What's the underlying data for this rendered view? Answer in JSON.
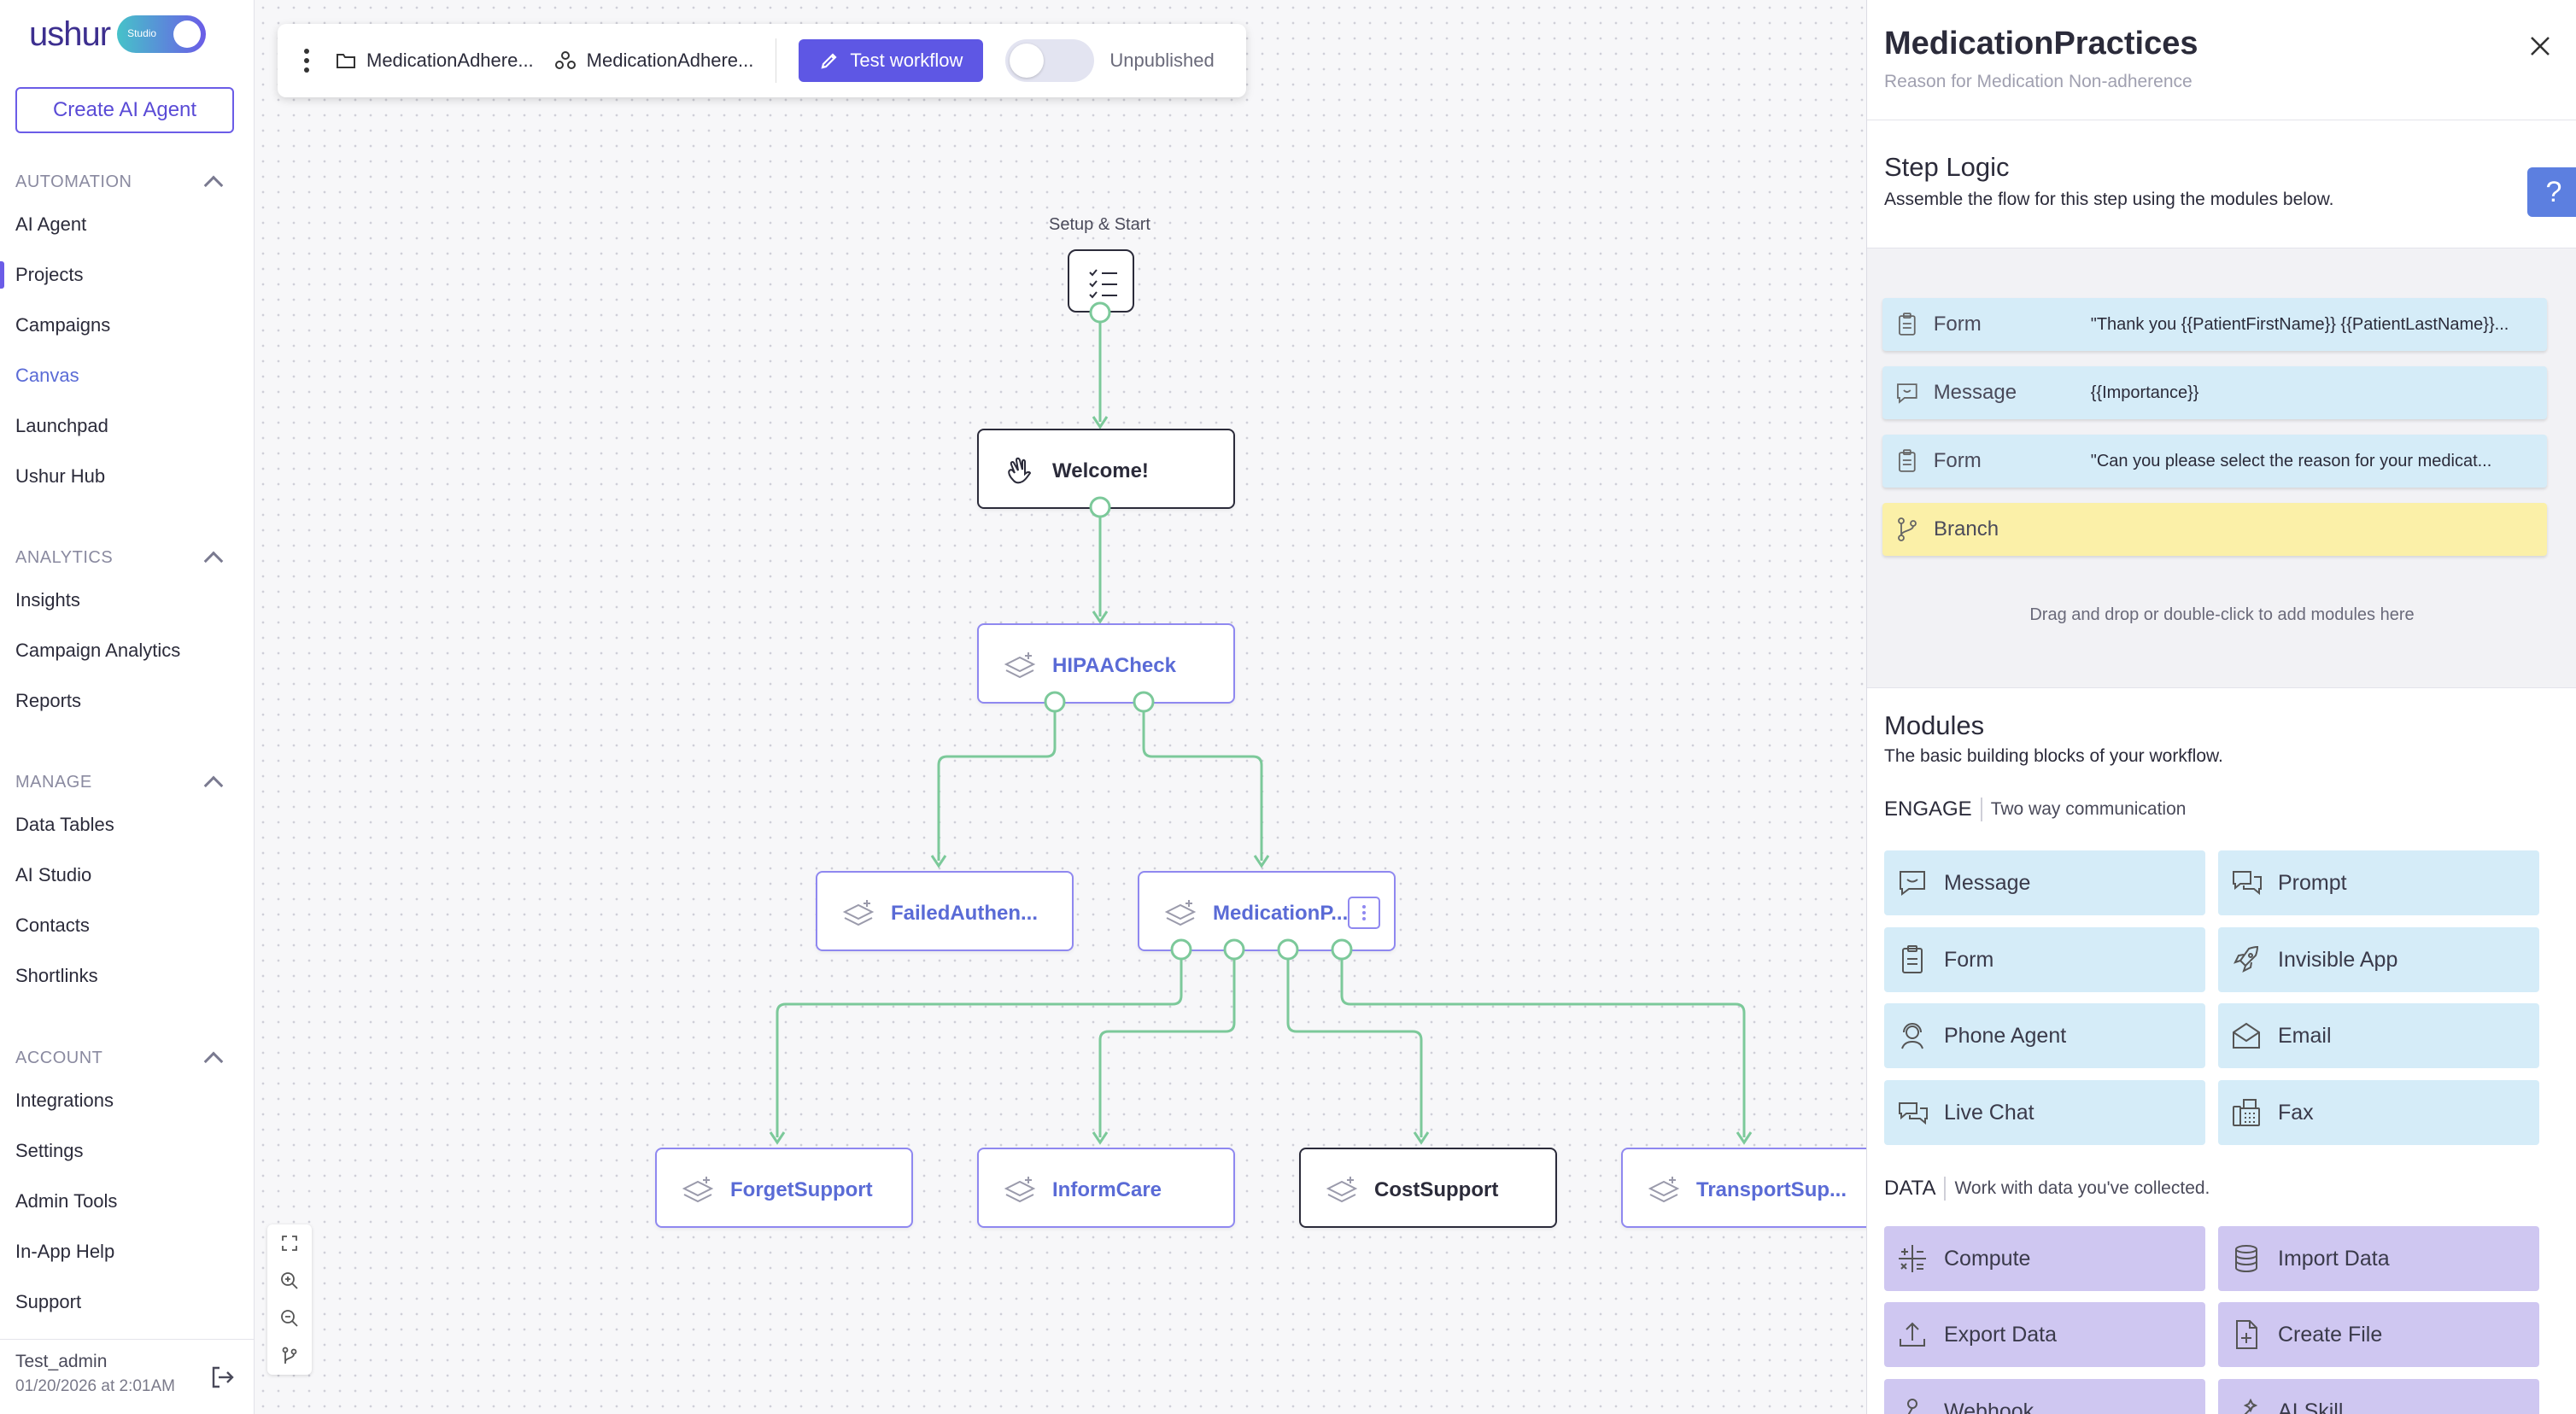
{
  "sidebar": {
    "logo_text": "ushur",
    "studio_badge": "Studio",
    "create_button": "Create AI Agent",
    "sections": [
      {
        "title": "AUTOMATION",
        "items": [
          "AI Agent",
          "Projects",
          "Campaigns",
          "Canvas",
          "Launchpad",
          "Ushur Hub"
        ]
      },
      {
        "title": "ANALYTICS",
        "items": [
          "Insights",
          "Campaign Analytics",
          "Reports"
        ]
      },
      {
        "title": "MANAGE",
        "items": [
          "Data Tables",
          "AI Studio",
          "Contacts",
          "Shortlinks"
        ]
      },
      {
        "title": "ACCOUNT",
        "items": [
          "Integrations",
          "Settings",
          "Admin Tools",
          "In-App Help",
          "Support"
        ]
      }
    ],
    "active_item": "Projects",
    "current_item": "Canvas",
    "user": {
      "name": "Test_admin",
      "timestamp": "01/20/2026 at 2:01AM"
    }
  },
  "toolbar": {
    "project_crumb": "MedicationAdhere...",
    "workflow_crumb": "MedicationAdhere...",
    "test_button": "Test workflow",
    "publish_state": "Unpublished"
  },
  "canvas": {
    "start_label": "Setup & Start",
    "nodes": {
      "welcome": "Welcome!",
      "hipaa": "HIPAACheck",
      "failed": "FailedAuthen...",
      "medication": "MedicationP...",
      "forget": "ForgetSupport",
      "inform": "InformCare",
      "cost": "CostSupport",
      "transport": "TransportSup..."
    }
  },
  "panel": {
    "title": "MedicationPractices",
    "subtitle": "Reason for Medication Non-adherence",
    "step_logic_title": "Step Logic",
    "step_logic_sub": "Assemble the flow for this step using the modules below.",
    "help_label": "?",
    "logic_modules": [
      {
        "name": "Form",
        "value": "\"Thank you {{PatientFirstName}} {{PatientLastName}}..."
      },
      {
        "name": "Message",
        "value": "{{Importance}}"
      },
      {
        "name": "Form",
        "value": "\"Can you please select the reason for your medicat..."
      },
      {
        "name": "Branch",
        "value": ""
      }
    ],
    "drop_hint": "Drag and drop or double-click to add modules here",
    "modules_title": "Modules",
    "modules_sub": "The basic building blocks of your workflow.",
    "engage": {
      "name": "ENGAGE",
      "desc": "Two way communication",
      "items": [
        "Message",
        "Prompt",
        "Form",
        "Invisible App",
        "Phone Agent",
        "Email",
        "Live Chat",
        "Fax"
      ]
    },
    "data": {
      "name": "DATA",
      "desc": "Work with data you've collected.",
      "items": [
        "Compute",
        "Import Data",
        "Export Data",
        "Create File",
        "Webhook",
        "AI Skill"
      ]
    }
  },
  "colors": {
    "accent": "#5e57e4",
    "edge": "#7cc99a",
    "engage_tile": "#d5ecf8",
    "data_tile": "#cfc7f1",
    "branch_tile": "#fbf0a8"
  }
}
